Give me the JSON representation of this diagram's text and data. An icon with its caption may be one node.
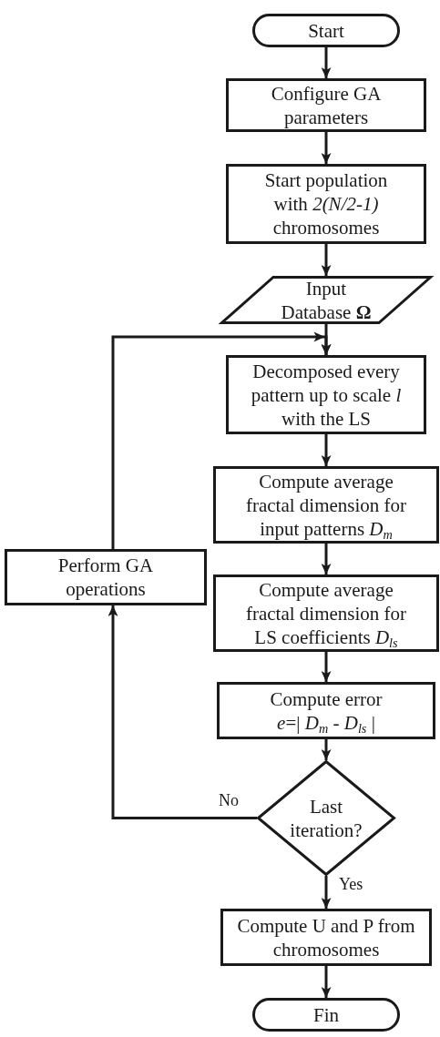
{
  "diagram": {
    "nodes": [
      {
        "text": [
          "Start"
        ]
      },
      {
        "text": [
          "Configure GA parameters"
        ]
      },
      {
        "text": [
          "Start population with *2(N/2-1)* chromosomes"
        ]
      },
      {
        "text": [
          "Input Database **Ω**"
        ]
      },
      {
        "text": [
          "Decomposed every pattern up to scale *l* with the LS"
        ]
      },
      {
        "text": [
          "Compute average fractal dimension for input patterns *D*$_{m}$"
        ]
      },
      {
        "text": [
          "Perform GA operations"
        ]
      },
      {
        "text": [
          "Compute average fractal dimension for LS coefficients *D*$_{ls}$"
        ]
      },
      {
        "text": [
          "Compute error",
          "*e*=| *D*$_{m}$ - *D*$_{ls}$ |"
        ]
      },
      {
        "text": [
          "Last iteration?"
        ]
      },
      {
        "text": [
          "Compute U and P from chromosomes"
        ]
      },
      {
        "text": [
          "Fin"
        ]
      }
    ],
    "edges": [
      {
        "from": 0,
        "to": 1,
        "arrow": "to"
      },
      {
        "from": 1,
        "to": 2,
        "arrow": "to"
      },
      {
        "from": 2,
        "to": 3,
        "arrow": "to"
      },
      {
        "from": 3,
        "to": 4,
        "arrow": "to"
      },
      {
        "from": 4,
        "to": 5,
        "arrow": "to"
      },
      {
        "from": 5,
        "to": 7,
        "arrow": "to"
      },
      {
        "from": 7,
        "to": 8,
        "arrow": "to"
      },
      {
        "from": 8,
        "to": 9,
        "arrow": "to"
      },
      {
        "from": 9,
        "to": 10,
        "arrow": "to",
        "label": "Yes"
      },
      {
        "from": 10,
        "to": 11,
        "arrow": "to"
      },
      {
        "from": 9,
        "to": 6,
        "arrow": "to",
        "label": "No"
      },
      {
        "from": 6,
        "to": 4,
        "arrow": "to"
      }
    ]
  }
}
